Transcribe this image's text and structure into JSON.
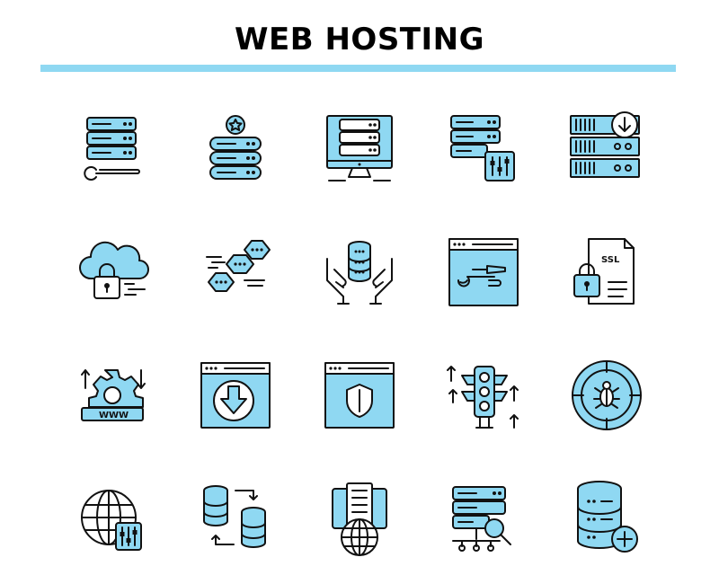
{
  "title": "WEB HOSTING",
  "colors": {
    "accent": "#8fd8f2",
    "rule": "#8fd8f2",
    "stroke": "#111111",
    "background": "#ffffff"
  },
  "icons": [
    {
      "name": "server-wrench-icon"
    },
    {
      "name": "favorite-server-icon"
    },
    {
      "name": "monitor-server-icon"
    },
    {
      "name": "server-settings-icon"
    },
    {
      "name": "server-download-icon"
    },
    {
      "name": "cloud-lock-icon"
    },
    {
      "name": "hexagon-network-icon"
    },
    {
      "name": "hands-database-icon"
    },
    {
      "name": "browser-tools-icon"
    },
    {
      "name": "ssl-certificate-icon",
      "text": "SSL"
    },
    {
      "name": "gear-www-icon",
      "text": "WWW"
    },
    {
      "name": "browser-download-icon"
    },
    {
      "name": "browser-shield-icon"
    },
    {
      "name": "traffic-light-icon"
    },
    {
      "name": "bug-target-icon"
    },
    {
      "name": "globe-settings-icon"
    },
    {
      "name": "database-sync-icon"
    },
    {
      "name": "globe-server-icon"
    },
    {
      "name": "server-search-icon"
    },
    {
      "name": "database-add-icon"
    }
  ]
}
